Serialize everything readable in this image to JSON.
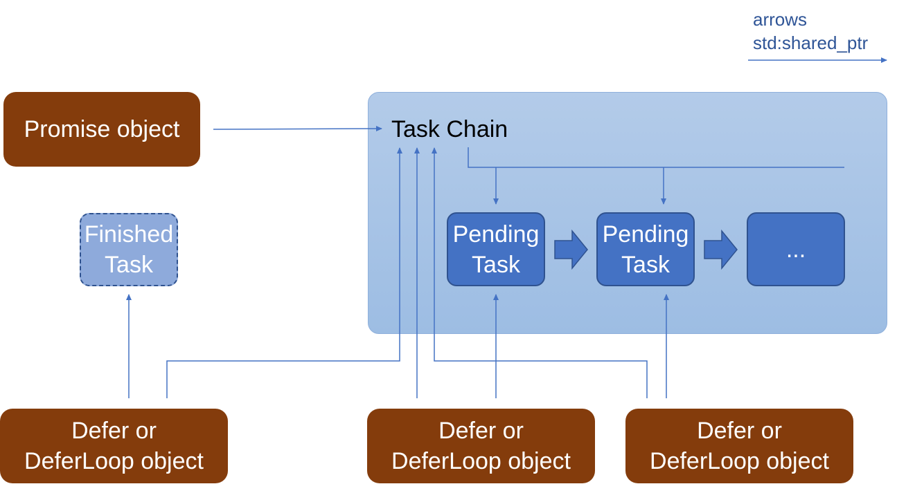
{
  "legend": {
    "line1": "arrows",
    "line2": "std:shared_ptr"
  },
  "promise": {
    "label": "Promise object"
  },
  "finished_task": {
    "line1": "Finished",
    "line2": "Task"
  },
  "task_chain": {
    "title": "Task Chain",
    "pending_1": {
      "line1": "Pending",
      "line2": "Task"
    },
    "pending_2": {
      "line1": "Pending",
      "line2": "Task"
    },
    "more": {
      "label": "..."
    }
  },
  "defers": [
    {
      "line1": "Defer or",
      "line2": "DeferLoop object"
    },
    {
      "line1": "Defer or",
      "line2": "DeferLoop object"
    },
    {
      "line1": "Defer or",
      "line2": "DeferLoop object"
    }
  ],
  "colors": {
    "brown_box": "#843c0c",
    "chain_fill": "#a9c4e6",
    "pending_fill": "#4472c4",
    "finished_fill": "#8eaadb",
    "arrow": "#4472c4"
  }
}
